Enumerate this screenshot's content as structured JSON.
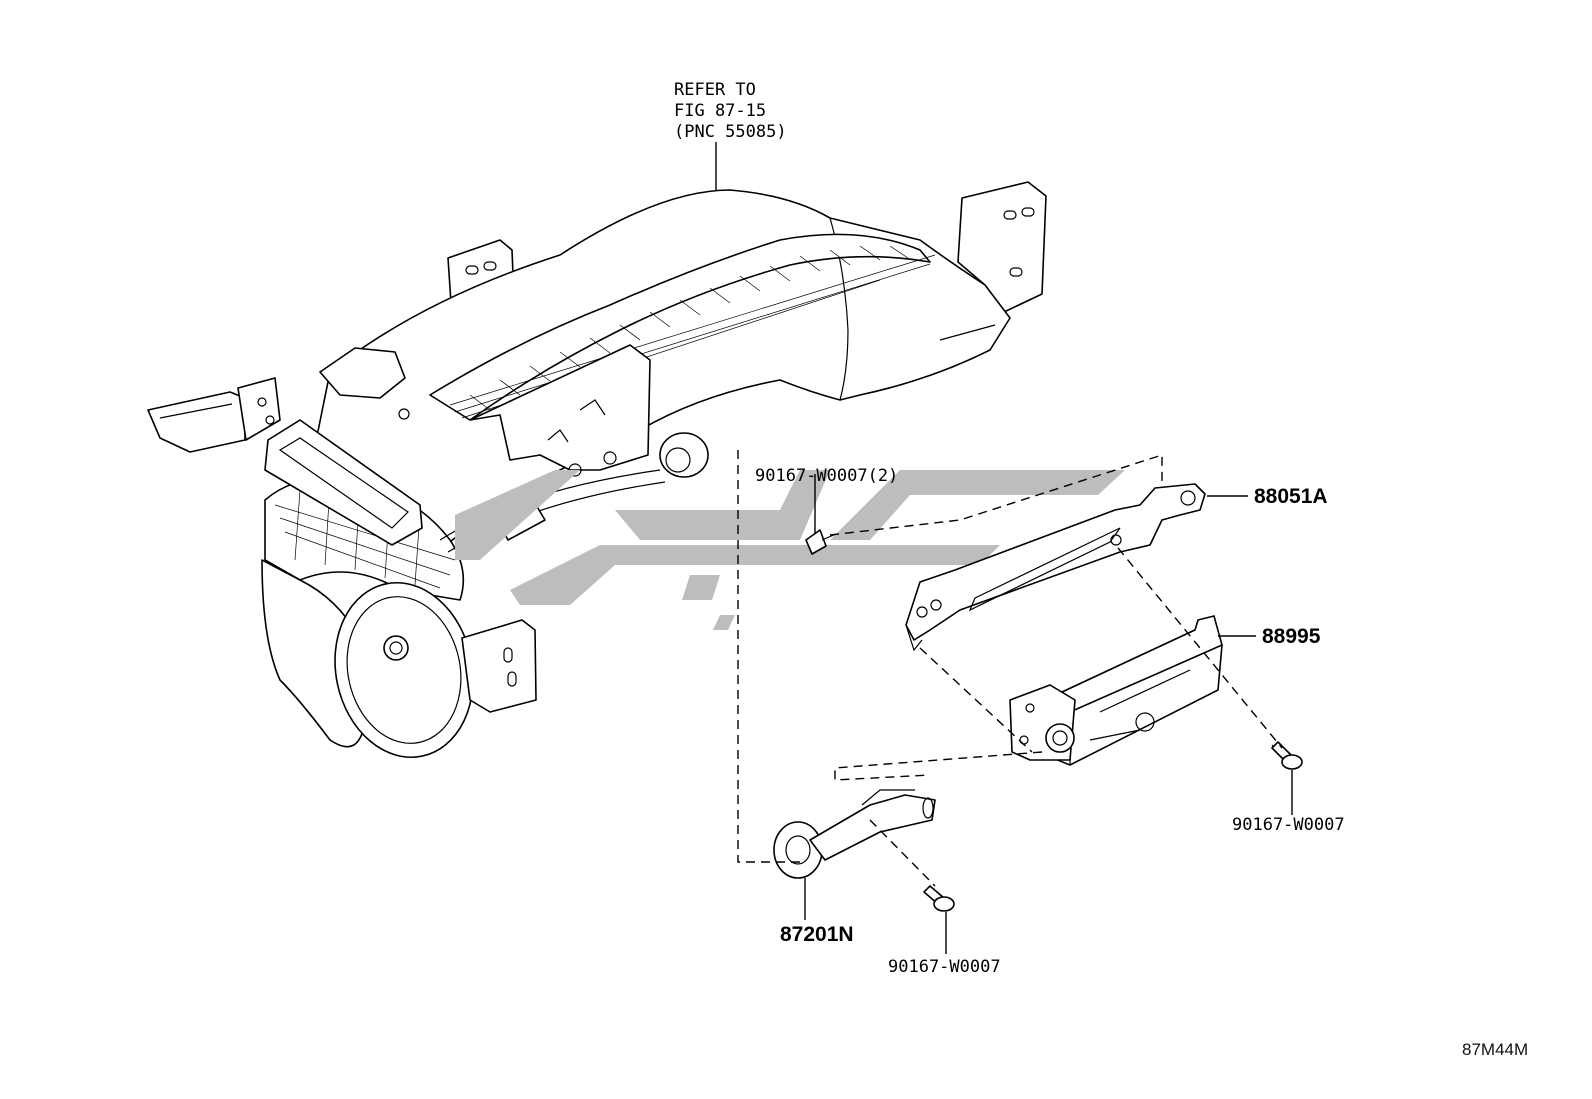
{
  "reference": {
    "line1": "REFER TO",
    "line2": "FIG 87-15",
    "line3": "(PNC 55085)"
  },
  "callouts": {
    "bolt_top": "90167-W0007(2)",
    "bracket": "88051A",
    "module": "88995",
    "bolt_right": "90167-W0007",
    "mic_part": "87201N",
    "bolt_bottom": "90167-W0007"
  },
  "figure_code": "87M44M",
  "watermark": {
    "color": "#bdbdbd"
  }
}
